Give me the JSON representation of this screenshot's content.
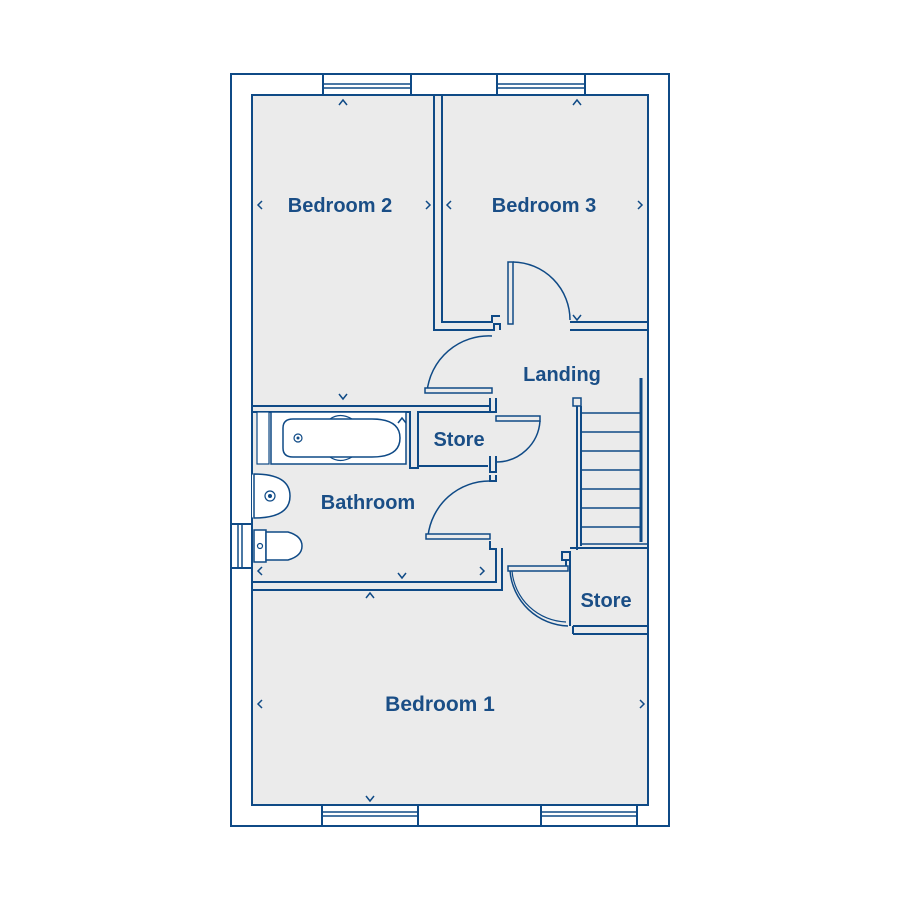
{
  "colors": {
    "wall": "#0f4a86",
    "floor": "#ebebeb",
    "label": "#1a4e86",
    "background": "#ffffff"
  },
  "rooms": {
    "bedroom_2": "Bedroom 2",
    "bedroom_3": "Bedroom 3",
    "landing": "Landing",
    "store_small": "Store",
    "bathroom": "Bathroom",
    "store_stairs": "Store",
    "bedroom_1": "Bedroom 1"
  },
  "icons": {
    "dimension_marker": "chevron-icon",
    "door": "door-swing-icon",
    "window": "window-icon",
    "stairs": "stairs-icon",
    "bath": "bathtub-icon",
    "basin": "basin-icon",
    "toilet": "toilet-icon"
  }
}
